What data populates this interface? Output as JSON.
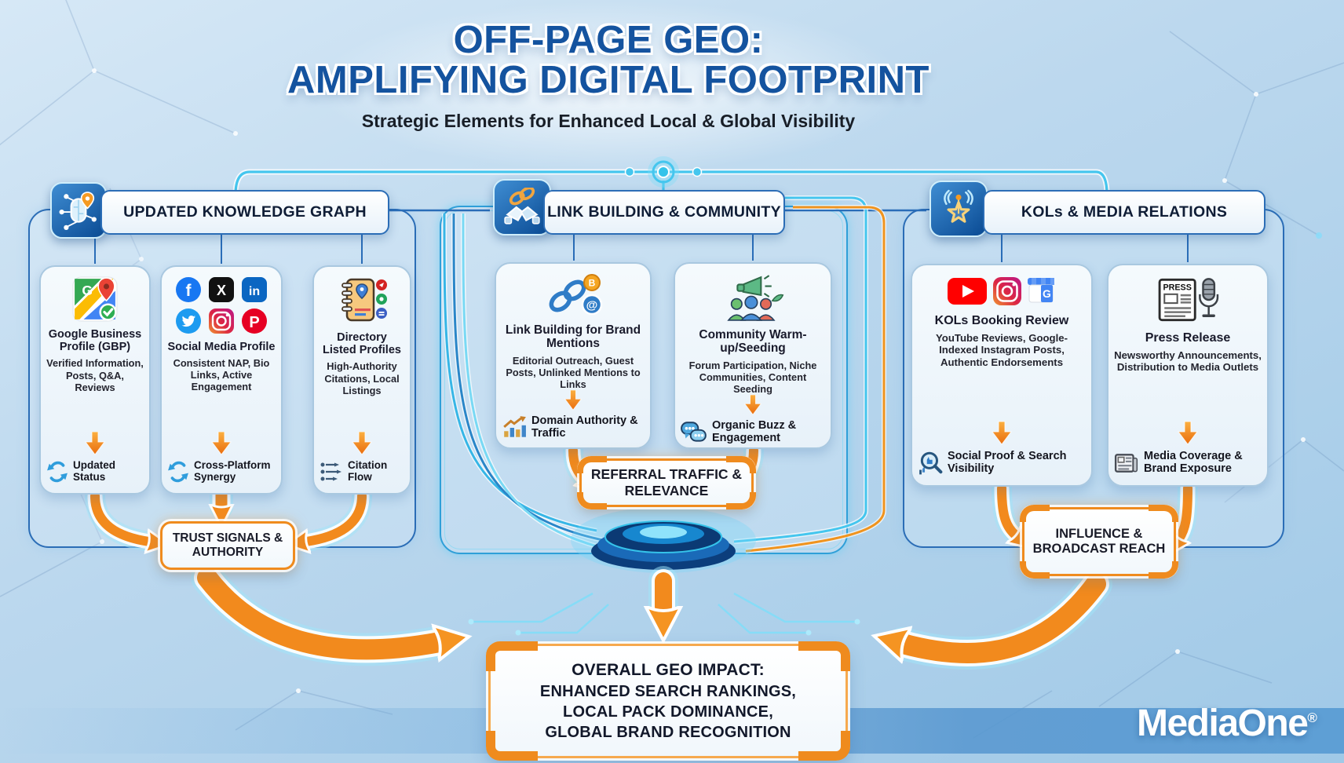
{
  "title": {
    "line1": "OFF-PAGE GEO:",
    "line2": "AMPLIFYING DIGITAL FOOTPRINT",
    "subtitle": "Strategic Elements for Enhanced Local & Global Visibility"
  },
  "sections": [
    {
      "header": "UPDATED KNOWLEDGE GRAPH",
      "icon": "brain-network-pin-icon",
      "badge": "TRUST SIGNALS & AUTHORITY",
      "cards": [
        {
          "icon": "google-maps-check-icon",
          "title": "Google Business Profile (GBP)",
          "subtitle": "Verified Information, Posts, Q&A, Reviews",
          "outcome": "Updated Status",
          "outcome_icon": "refresh-icon"
        },
        {
          "icon": "social-platforms-icons",
          "title": "Social Media Profile",
          "subtitle": "Consistent NAP, Bio Links, Active Engagement",
          "outcome": "Cross-Platform Synergy",
          "outcome_icon": "refresh-icon"
        },
        {
          "icon": "directory-book-icon",
          "title": "Directory Listed Profiles",
          "subtitle": "High-Authority Citations, Local Listings",
          "outcome": "Citation Flow",
          "outcome_icon": "citation-flow-icon"
        }
      ]
    },
    {
      "header": "LINK BUILDING & COMMUNITY",
      "icon": "handshake-chain-icon",
      "badge": "REFERRAL TRAFFIC & RELEVANCE",
      "cards": [
        {
          "icon": "chain-link-mentions-icon",
          "title": "Link Building for Brand Mentions",
          "subtitle": "Editorial Outreach, Guest Posts, Unlinked Mentions to Links",
          "outcome": "Domain Authority & Traffic",
          "outcome_icon": "growth-chart-icon"
        },
        {
          "icon": "community-megaphone-icon",
          "title": "Community Warm-up/Seeding",
          "subtitle": "Forum Participation, Niche Communities, Content Seeding",
          "outcome": "Organic Buzz & Engagement",
          "outcome_icon": "chat-bubbles-icon"
        }
      ]
    },
    {
      "header": "KOLs & MEDIA RELATIONS",
      "icon": "star-broadcast-icon",
      "badge": "INFLUENCE & BROADCAST REACH",
      "cards": [
        {
          "icon": "youtube-instagram-gmb-icons",
          "title": "KOLs Booking Review",
          "subtitle": "YouTube Reviews, Google-Indexed Instagram Posts, Authentic Endorsements",
          "outcome": "Social Proof & Search Visibility",
          "outcome_icon": "search-proof-icon"
        },
        {
          "icon": "press-newspaper-mic-icon",
          "title": "Press Release",
          "subtitle": "Newsworthy Announcements, Distribution to Media Outlets",
          "outcome": "Media Coverage & Brand Exposure",
          "outcome_icon": "newspaper-icon"
        }
      ]
    }
  ],
  "impact": {
    "line1": "OVERALL GEO IMPACT:",
    "line2": "ENHANCED SEARCH RANKINGS,",
    "line3": "LOCAL PACK DOMINANCE,",
    "line4": "GLOBAL BRAND RECOGNITION"
  },
  "brand": {
    "name": "MediaOne",
    "reg": "®"
  },
  "glyphs": {
    "facebook": "f",
    "x": "X",
    "linkedin": "in",
    "pinterest": "P",
    "maps_g": "G",
    "gmb_g": "G",
    "coin_b": "B",
    "at": "@",
    "press": "PRESS"
  },
  "colors": {
    "accent_orange": "#f08119",
    "accent_blue": "#1e6fb8",
    "accent_cyan": "#3fc9f0",
    "title_blue": "#14539f",
    "background": "#b7d3ea"
  }
}
